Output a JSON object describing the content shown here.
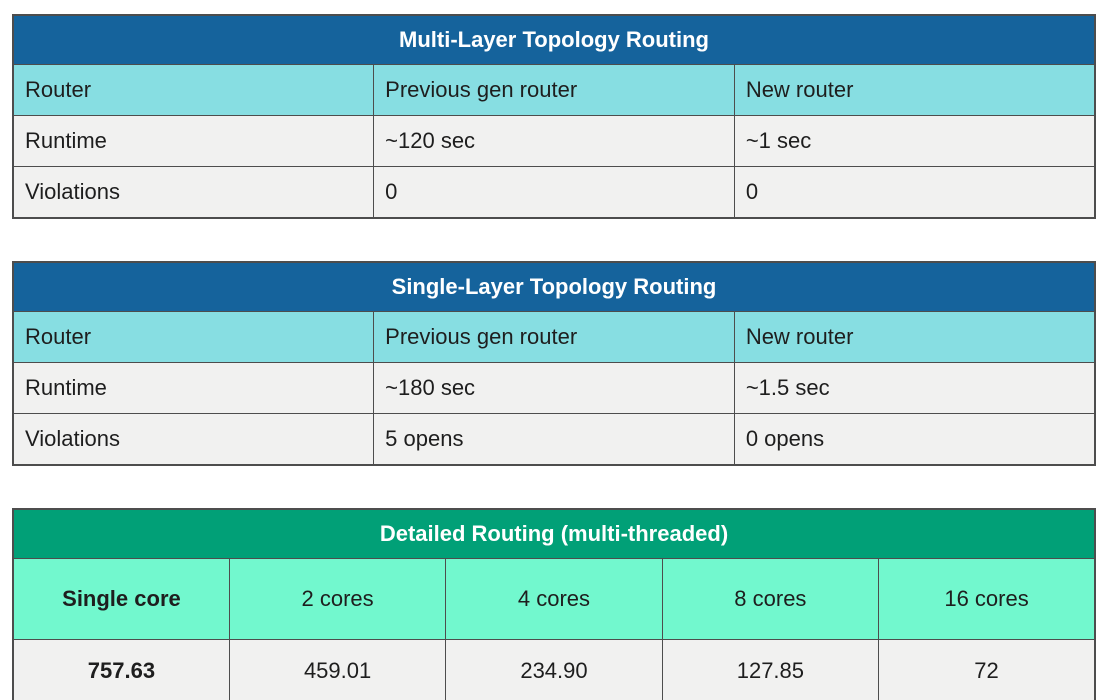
{
  "slide": {
    "background": "#ffffff",
    "text_color": "#1e1e1e",
    "border_color": "#4d4d4d",
    "row_bg": "#f1f1f0"
  },
  "tables": [
    {
      "id": "multi-layer-topology-routing",
      "title": "Multi-Layer Topology Routing",
      "title_bg": "#15639c",
      "title_text_color": "#ffffff",
      "header_bg": "#87dee2",
      "columns": [
        "Router",
        "Previous gen router",
        "New router"
      ],
      "rows": [
        {
          "label": "Runtime",
          "values": [
            "~120 sec",
            "~1 sec"
          ]
        },
        {
          "label": "Violations",
          "values": [
            "0",
            "0"
          ]
        }
      ]
    },
    {
      "id": "single-layer-topology-routing",
      "title": "Single-Layer Topology Routing",
      "title_bg": "#15639c",
      "title_text_color": "#ffffff",
      "header_bg": "#87dee2",
      "columns": [
        "Router",
        "Previous gen router",
        "New router"
      ],
      "rows": [
        {
          "label": "Runtime",
          "values": [
            "~180 sec",
            "~1.5 sec"
          ]
        },
        {
          "label": "Violations",
          "values": [
            "5 opens",
            "0 opens"
          ]
        }
      ]
    },
    {
      "id": "detailed-routing-multi-threaded",
      "title": "Detailed Routing (multi-threaded)",
      "title_bg": "#01a077",
      "title_text_color": "#ffffff",
      "header_bg": "#72f8ce",
      "columns": [
        "Single core",
        "2 cores",
        "4 cores",
        "8 cores",
        "16 cores"
      ],
      "values": [
        "757.63",
        "459.01",
        "234.90",
        "127.85",
        "72"
      ]
    }
  ]
}
